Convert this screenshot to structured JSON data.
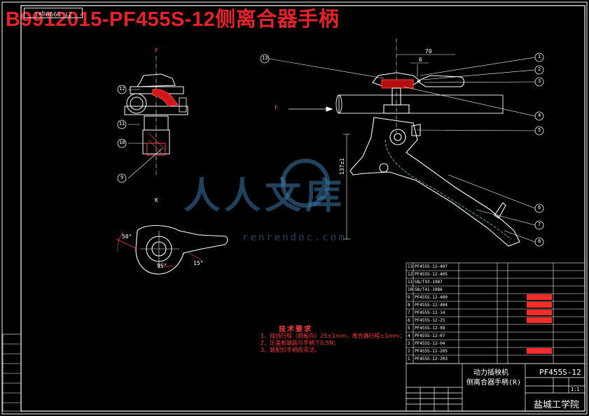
{
  "banner": {
    "title": "B9912015-PF455S-12侧离合器手柄"
  },
  "stamp": {
    "text": "ZT-S990qxl"
  },
  "watermark": {
    "text": "人人文库",
    "url": "renrendoc.com"
  },
  "views": {
    "section_f": "F",
    "view_k": "K",
    "arrow_f": "F"
  },
  "callouts": [
    "1",
    "2",
    "3",
    "4",
    "5",
    "6",
    "7",
    "8",
    "9",
    "10",
    "11",
    "12",
    "13"
  ],
  "dimensions": {
    "d70": "70",
    "d6": "6",
    "d137": "137±1",
    "a50": "50°",
    "a95": "95°",
    "a15": "15°"
  },
  "tech_requirements": {
    "title": "技术要求",
    "items": [
      "1、挂挡行程（翘板向）25±1mm，离合器行程±1mm；",
      "2、压盖和端面与手柄下0.5N；",
      "3、装配后手柄应灵活。"
    ]
  },
  "title_block": {
    "product_name": "动力插秧机",
    "part_name": "侧离合器手柄(R)",
    "drawing_no": "PF455S-12",
    "school": "盐城工学院",
    "scale": "1:1"
  },
  "bom_rows": [
    {
      "no": "13",
      "code": "PF455S-12-407"
    },
    {
      "no": "12",
      "code": "PF455S-12-405"
    },
    {
      "no": "11",
      "code": "GB/T93-1987"
    },
    {
      "no": "10",
      "code": "GB/T41-1986"
    },
    {
      "no": "9",
      "code": "PF455S-12-400"
    },
    {
      "no": "8",
      "code": "PF455S-12-404"
    },
    {
      "no": "7",
      "code": "PF455S-12-14"
    },
    {
      "no": "6",
      "code": "PF455S-12-25"
    },
    {
      "no": "5",
      "code": "PF455S-12-08"
    },
    {
      "no": "4",
      "code": "PF455S-12-07"
    },
    {
      "no": "3",
      "code": "PF455S-12-04"
    },
    {
      "no": "2",
      "code": "PF455S-12-205"
    },
    {
      "no": "1",
      "code": "PF455S-12-203"
    }
  ]
}
